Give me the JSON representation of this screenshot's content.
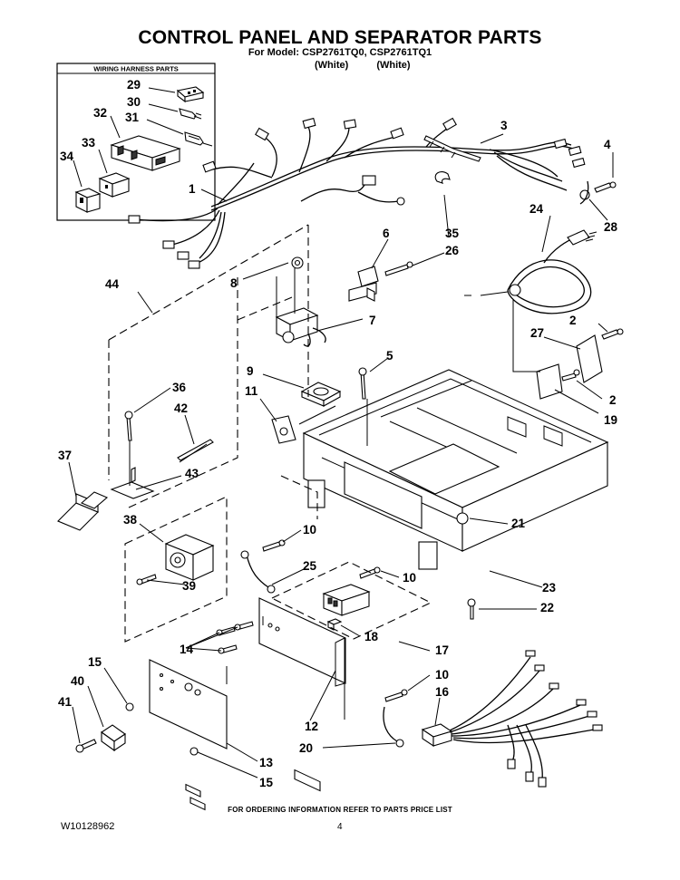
{
  "header": {
    "title": "CONTROL PANEL AND SEPARATOR PARTS",
    "model_line": "For Model: CSP2761TQ0, CSP2761TQ1",
    "variant_1": "(White)",
    "variant_2": "(White)"
  },
  "inset": {
    "title": "WIRING HARNESS PARTS"
  },
  "callouts": {
    "c1": "1",
    "c2a": "2",
    "c2b": "2",
    "c3": "3",
    "c4": "4",
    "c5": "5",
    "c6": "6",
    "c7": "7",
    "c8": "8",
    "c9": "9",
    "c10a": "10",
    "c10b": "10",
    "c10c": "10",
    "c11": "11",
    "c12": "12",
    "c13": "13",
    "c14": "14",
    "c15a": "15",
    "c15b": "15",
    "c16": "16",
    "c17": "17",
    "c18": "18",
    "c19": "19",
    "c20": "20",
    "c21": "21",
    "c22": "22",
    "c23": "23",
    "c24": "24",
    "c25": "25",
    "c26": "26",
    "c27": "27",
    "c28": "28",
    "c29": "29",
    "c30": "30",
    "c31": "31",
    "c32": "32",
    "c33": "33",
    "c34": "34",
    "c35": "35",
    "c36": "36",
    "c37": "37",
    "c38": "38",
    "c39": "39",
    "c40": "40",
    "c41": "41",
    "c42": "42",
    "c43": "43",
    "c44": "44"
  },
  "footer": {
    "note": "FOR ORDERING INFORMATION REFER TO PARTS PRICE LIST",
    "doc_number": "W10128962",
    "page": "4"
  }
}
